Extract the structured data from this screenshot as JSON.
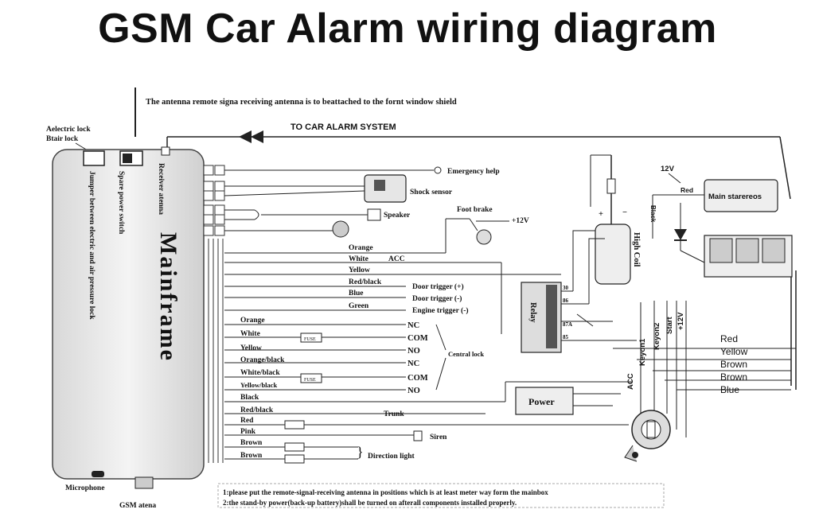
{
  "title": "GSM Car Alarm wiring diagram",
  "antenna_note": "The antenna remote signa receiving antenna is to beattached to the fornt window shield",
  "to_alarm": "TO CAR ALARM SYSTEM",
  "electric_lock": [
    "Aelectric lock",
    "Btair lock"
  ],
  "jumper_text": "Jumper between electric and air pressure lock",
  "spare_switch": "Spare power switch",
  "receiver_antenna": "Receiver atenna",
  "mainframe": "Mainframe",
  "emergency_help": "Emergency help",
  "shock_sensor": "Shock sensor",
  "speaker": "Speaker",
  "foot_brake": "Foot brake",
  "plus12v": "+12V",
  "high_coil": "High Coil",
  "twelve_v": "12V",
  "red": "Red",
  "black": "Black",
  "main_stereo": "Main starereos",
  "relay": "Relay",
  "wires_top": [
    {
      "color": "Orange",
      "func": ""
    },
    {
      "color": "White",
      "func": "ACC"
    },
    {
      "color": "Yellow",
      "func": ""
    },
    {
      "color": "Red/black",
      "func": "Door trigger (+)"
    },
    {
      "color": "Blue",
      "func": "Door trigger (-)"
    },
    {
      "color": "Green",
      "func": "Engine trigger (-)"
    }
  ],
  "central_wires": [
    {
      "color": "Orange",
      "term": "NC"
    },
    {
      "color": "White",
      "term": "COM"
    },
    {
      "color": "Yellow",
      "term": "NO"
    },
    {
      "color": "Orange/black",
      "term": "NC"
    },
    {
      "color": "White/black",
      "term": "COM"
    },
    {
      "color": "Yellow/black",
      "term": "NO"
    }
  ],
  "central_lock": "Central lock",
  "fuse": "FUSE",
  "black_wire": "Black",
  "power": "Power",
  "redblack_wire": "Red/black",
  "trunk": "Trunk",
  "red_wire": "Red",
  "pink_wire": "Pink",
  "brown_wire": "Brown",
  "siren": "Siren",
  "direction_light": "Direction light",
  "ignition_labels": [
    "ACC",
    "Keyon1",
    "Keyon2",
    "Start",
    "+12V"
  ],
  "right_colors": [
    "Red",
    "Yellow",
    "Brown",
    "Brown",
    "Blue"
  ],
  "relay_pins": [
    "30",
    "86",
    "87A",
    "85"
  ],
  "microphone": "Microphone",
  "gsm_antenna": "GSM atena",
  "notes": [
    "1:please put the remote-signal-receiving antenna in positions which is at least meter way form the mainbox",
    "2:the stand-by power(back-up battery)shall be turned on afterall components installed properly."
  ]
}
